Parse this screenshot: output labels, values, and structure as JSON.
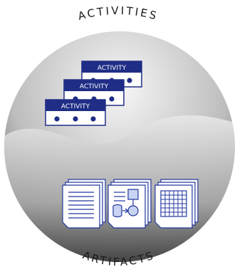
{
  "diagram": {
    "top_label": "ACTIVITIES",
    "bottom_label": "ARTIFACTS",
    "activity_cards": [
      {
        "label": "ACTIVITY"
      },
      {
        "label": "ACTIVITY"
      },
      {
        "label": "ACTIVITY"
      }
    ],
    "artifact_stacks": [
      {
        "kind": "text-document-icon"
      },
      {
        "kind": "model-diagram-icon"
      },
      {
        "kind": "grid-table-icon"
      }
    ],
    "colors": {
      "card_header": "#1f2d86",
      "card_dots": "#1f2d86",
      "sphere_dark": "#3a3a3a",
      "sphere_light": "#f2f2f2",
      "artifact_blue": "#2338a0",
      "artifact_fill": "#c9d3f2"
    }
  }
}
